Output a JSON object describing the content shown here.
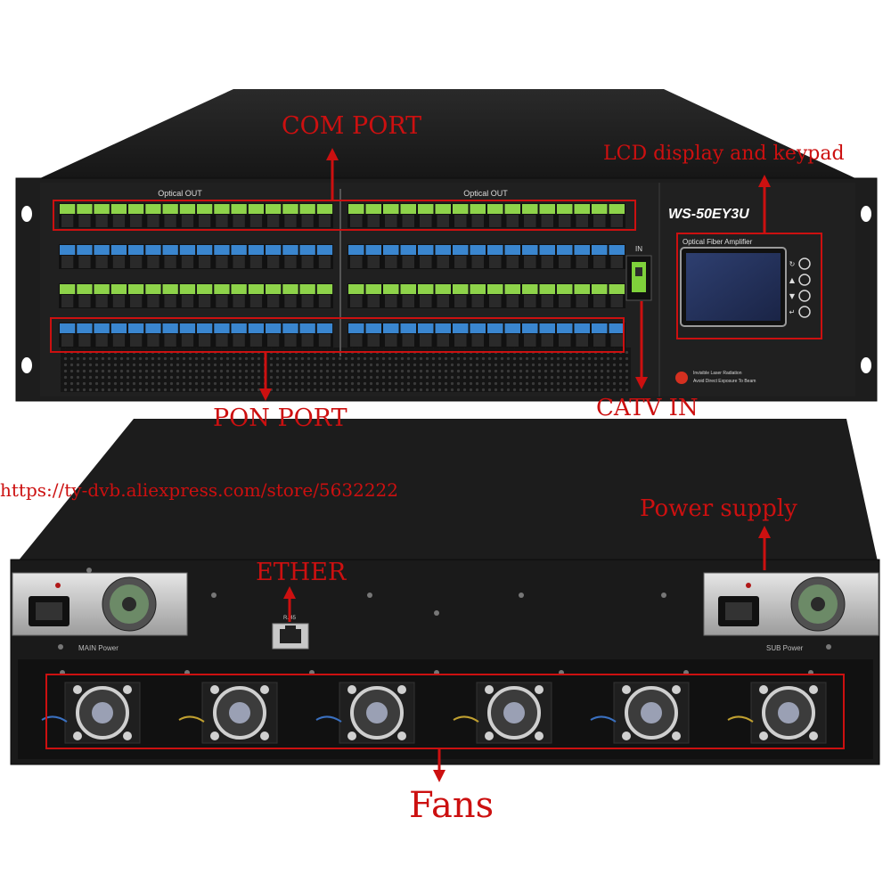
{
  "front_panel": {
    "model": "WS-50EY3U",
    "optical_out_left": "Optical OUT",
    "optical_out_right": "Optical OUT",
    "in_label": "IN",
    "lcd_title": "Optical Fiber Amplifier",
    "keypad_glyphs": [
      "↻",
      "▲",
      "▼",
      "↵"
    ],
    "warning_line1": "Invisible Laser Radiation",
    "warning_line2": "Avoid Direct Exposure To Beam"
  },
  "rear_panel": {
    "rj45_label": "RJ45",
    "main_power_label": "MAIN Power",
    "sub_power_label": "SUB Power",
    "fan_count": 6
  },
  "annotations": {
    "com_port": "COM PORT",
    "lcd_keypad": "LCD display and keypad",
    "pon_port": "PON PORT",
    "catv_in": "CATV IN",
    "power_supply": "Power supply",
    "ether": "ETHER",
    "fans": "Fans",
    "store_url": "https://ty-dvb.aliexpress.com/store/5632222"
  },
  "colors": {
    "annotation_red": "#cc1010",
    "chassis_black": "#1b1b1b",
    "adapter_green": "#8ed34a",
    "adapter_blue": "#3a86cf",
    "lcd_blue": "#23325c"
  }
}
